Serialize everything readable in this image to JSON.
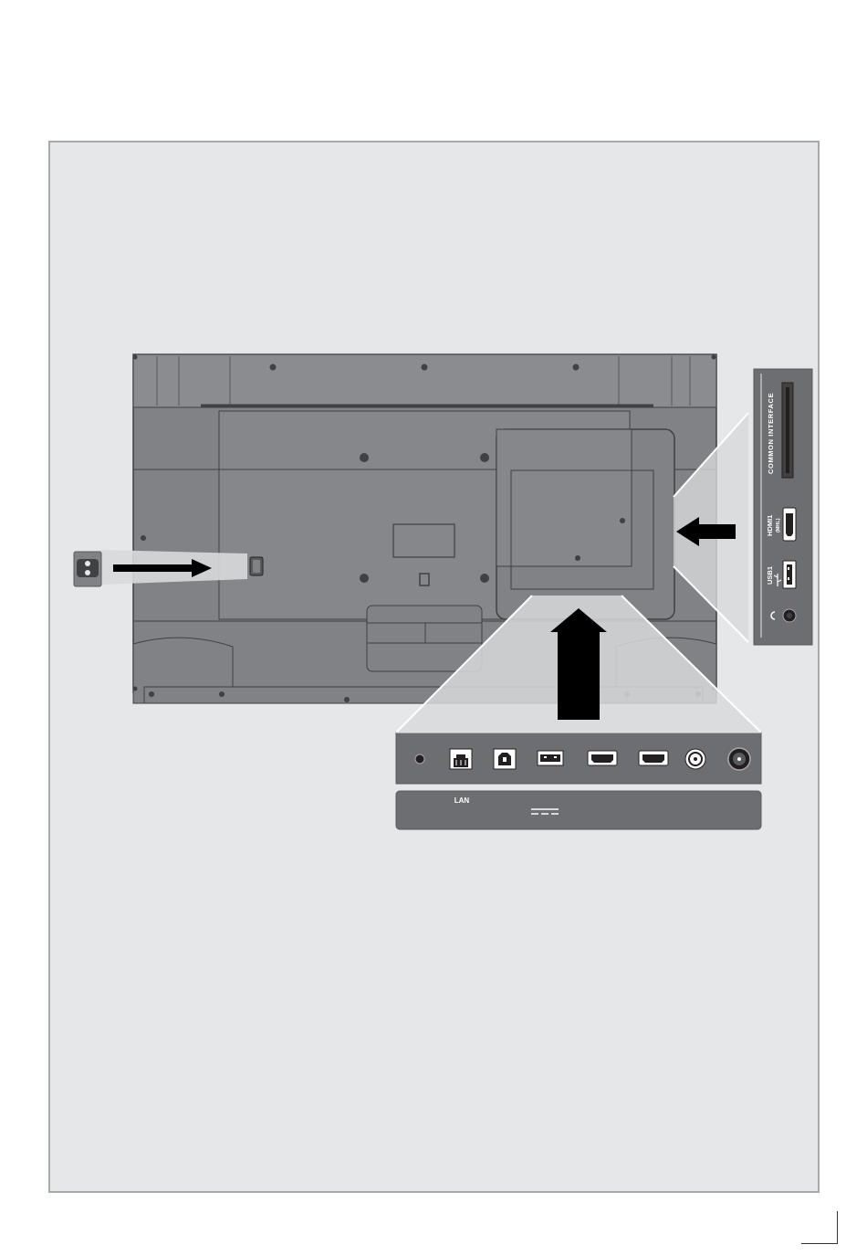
{
  "side_panel": {
    "common_interface_label": "COMMON INTERFACE",
    "hdmi1_label": "HDMI1",
    "hdmi1_sub_label": "(MHL)",
    "usb1_label": "USB1"
  },
  "bottom_panel": {
    "lan_label": "LAN"
  },
  "colors": {
    "frame_bg": "#e6e7e8",
    "tv_body": "#808285",
    "tv_dark": "#58595b",
    "panel_bg": "#6d6e71",
    "arrow": "#000000"
  },
  "icons": [
    "power-inlet-icon",
    "rj45-icon",
    "optical-icon",
    "usb-icon",
    "hdmi-icon",
    "coax-icon",
    "satellite-icon",
    "headphone-icon",
    "ci-slot-icon",
    "dc-symbol-icon"
  ]
}
